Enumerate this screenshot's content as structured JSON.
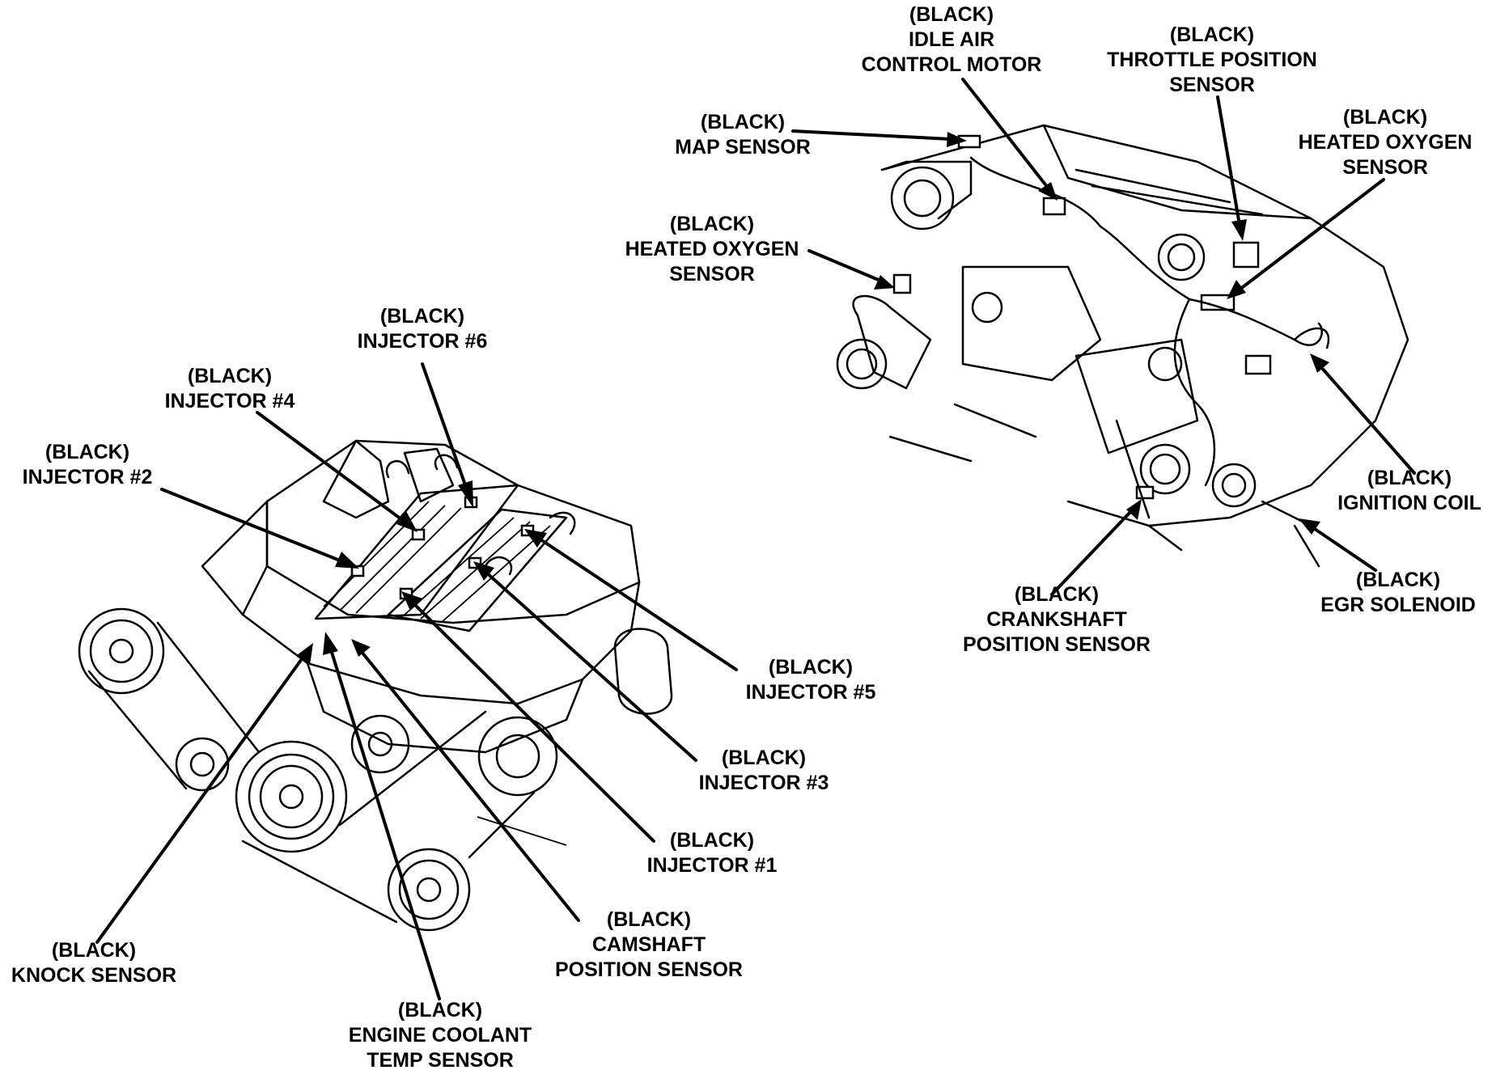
{
  "callouts": [
    {
      "id": "injector-6",
      "lines": [
        "(BLACK)",
        "INJECTOR #6"
      ]
    },
    {
      "id": "injector-4",
      "lines": [
        "(BLACK)",
        "INJECTOR #4"
      ]
    },
    {
      "id": "injector-2",
      "lines": [
        "(BLACK)",
        "INJECTOR #2"
      ]
    },
    {
      "id": "injector-5",
      "lines": [
        "(BLACK)",
        "INJECTOR #5"
      ]
    },
    {
      "id": "injector-3",
      "lines": [
        "(BLACK)",
        "INJECTOR #3"
      ]
    },
    {
      "id": "injector-1",
      "lines": [
        "(BLACK)",
        "INJECTOR #1"
      ]
    },
    {
      "id": "knock-sensor",
      "lines": [
        "(BLACK)",
        "KNOCK SENSOR"
      ]
    },
    {
      "id": "camshaft-position-sensor",
      "lines": [
        "(BLACK)",
        "CAMSHAFT",
        "POSITION SENSOR"
      ]
    },
    {
      "id": "engine-coolant-temp-sensor",
      "lines": [
        "(BLACK)",
        "ENGINE COOLANT",
        "TEMP SENSOR"
      ]
    },
    {
      "id": "idle-air-control-motor",
      "lines": [
        "(BLACK)",
        "IDLE AIR",
        "CONTROL MOTOR"
      ]
    },
    {
      "id": "throttle-position-sensor",
      "lines": [
        "(BLACK)",
        "THROTTLE POSITION",
        "SENSOR"
      ]
    },
    {
      "id": "map-sensor",
      "lines": [
        "(BLACK)",
        "MAP SENSOR"
      ]
    },
    {
      "id": "heated-oxygen-sensor-right",
      "lines": [
        "(BLACK)",
        "HEATED OXYGEN",
        "SENSOR"
      ]
    },
    {
      "id": "heated-oxygen-sensor-left",
      "lines": [
        "(BLACK)",
        "HEATED OXYGEN",
        "SENSOR"
      ]
    },
    {
      "id": "ignition-coil",
      "lines": [
        "(BLACK)",
        "IGNITION COIL"
      ]
    },
    {
      "id": "egr-solenoid",
      "lines": [
        "(BLACK)",
        "EGR SOLENOID"
      ]
    },
    {
      "id": "crankshaft-position-sensor",
      "lines": [
        "(BLACK)",
        "CRANKSHAFT",
        "POSITION SENSOR"
      ]
    }
  ]
}
